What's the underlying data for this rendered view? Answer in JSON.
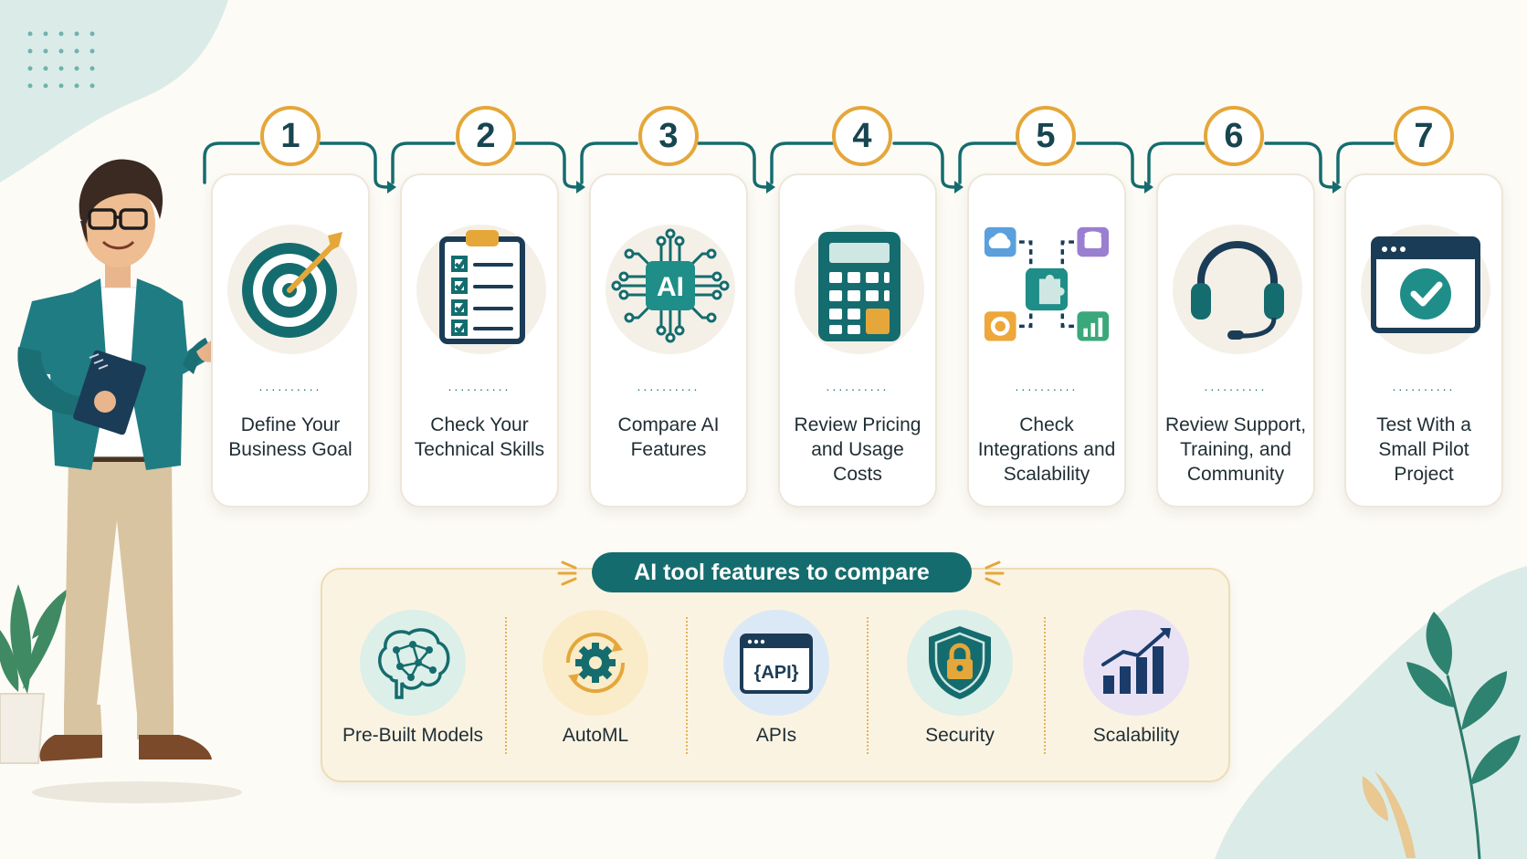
{
  "steps": [
    {
      "number": "1",
      "label": "Define Your Business Goal",
      "icon": "target-icon"
    },
    {
      "number": "2",
      "label": "Check Your Technical Skills",
      "icon": "checklist-icon"
    },
    {
      "number": "3",
      "label": "Compare AI Features",
      "icon": "ai-chip-icon"
    },
    {
      "number": "4",
      "label": "Review Pricing and Usage Costs",
      "icon": "calculator-icon"
    },
    {
      "number": "5",
      "label": "Check Integrations and Scalability",
      "icon": "integration-network-icon"
    },
    {
      "number": "6",
      "label": "Review Support, Training, and Community",
      "icon": "headset-icon"
    },
    {
      "number": "7",
      "label": "Test With a Small Pilot Project",
      "icon": "browser-check-icon"
    }
  ],
  "features_panel": {
    "title": "AI tool features to compare",
    "items": [
      {
        "label": "Pre-Built Models",
        "icon": "neural-brain-icon"
      },
      {
        "label": "AutoML",
        "icon": "gear-cycle-icon"
      },
      {
        "label": "APIs",
        "icon": "api-window-icon"
      },
      {
        "label": "Security",
        "icon": "shield-lock-icon"
      },
      {
        "label": "Scalability",
        "icon": "growth-bars-icon"
      }
    ]
  },
  "chip_text": "AI",
  "api_text": "{API}",
  "step_separator": "..........",
  "colors": {
    "teal": "#156c6e",
    "gold": "#e5a73a",
    "card_border": "#ede7d9",
    "panel_bg": "#fbf3e2"
  }
}
